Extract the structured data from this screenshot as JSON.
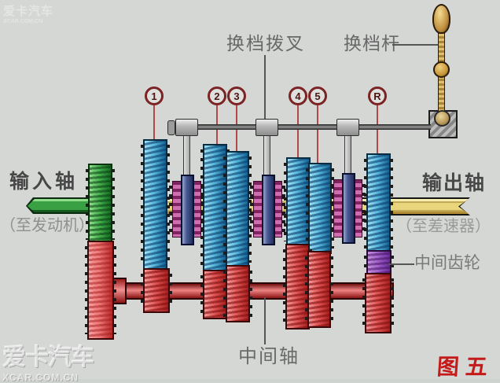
{
  "watermarks": {
    "top": {
      "brand": "爱卡汽车",
      "site": "XCAR.COM.CN"
    },
    "bottom": {
      "brand": "爱卡汽车",
      "site": "XCAR.COM.CN"
    }
  },
  "labels": {
    "shift_fork": "换档拨叉",
    "shift_lever": "换档杆",
    "input_shaft": "输入轴",
    "to_engine": "（至发动机）",
    "output_shaft": "输出轴",
    "to_differential": "（至差速器）",
    "intermediate_gear": "中间齿轮",
    "countershaft": "中间轴",
    "figure_caption": "图五"
  },
  "gear_markers": [
    {
      "id": "gear-1",
      "label": "1"
    },
    {
      "id": "gear-2",
      "label": "2"
    },
    {
      "id": "gear-3",
      "label": "3"
    },
    {
      "id": "gear-4",
      "label": "4"
    },
    {
      "id": "gear-5",
      "label": "5"
    },
    {
      "id": "gear-reverse",
      "label": "R"
    }
  ],
  "colors": {
    "background": "#d4d7d4",
    "marker_ring": "#7c2424",
    "leader_red": "#b24848",
    "input_shaft_green": "#3aa044",
    "output_shaft_yellow": "#e9d67c",
    "countershaft_red": "#c03030",
    "gear_blue": "#58b8dc",
    "gear_red": "#e05757",
    "synchronizer_magenta": "#d06cb0",
    "intermediate_gear_purple": "#a062c8",
    "figure_caption_red": "#c41a1a"
  }
}
